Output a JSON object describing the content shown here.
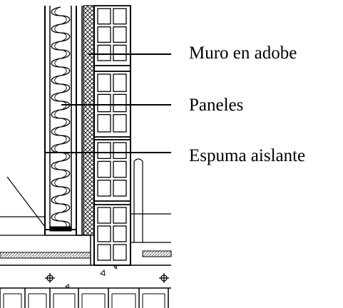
{
  "labels": {
    "adobe": "Muro en adobe",
    "panels": "Paneles",
    "foam": "Espuma aislante"
  },
  "colors": {
    "ink": "#000000",
    "paper": "#ffffff",
    "hatch": "#555555"
  }
}
